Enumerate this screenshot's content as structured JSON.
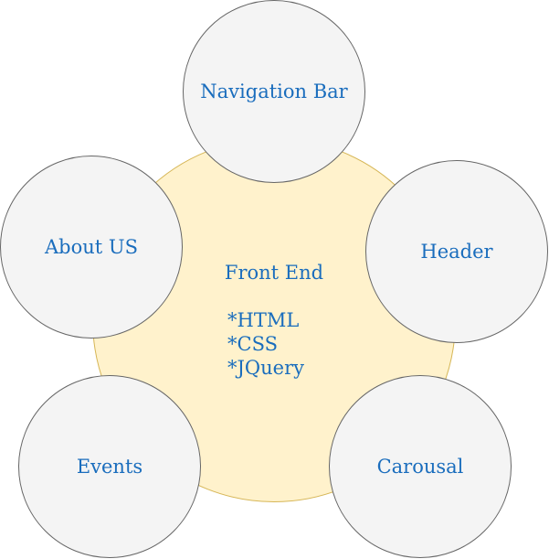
{
  "diagram": {
    "center": {
      "title": "Front End",
      "items": [
        "*HTML",
        "*CSS",
        "*JQuery"
      ]
    },
    "nodes": {
      "navigation": "Navigation Bar",
      "header": "Header",
      "carousal": "Carousal",
      "events": "Events",
      "about": "About US"
    },
    "colors": {
      "center_fill": "#fff2cc",
      "center_stroke": "#d6b656",
      "node_fill": "#f4f4f4",
      "node_stroke": "#666666",
      "text": "#1a6dbd"
    }
  }
}
